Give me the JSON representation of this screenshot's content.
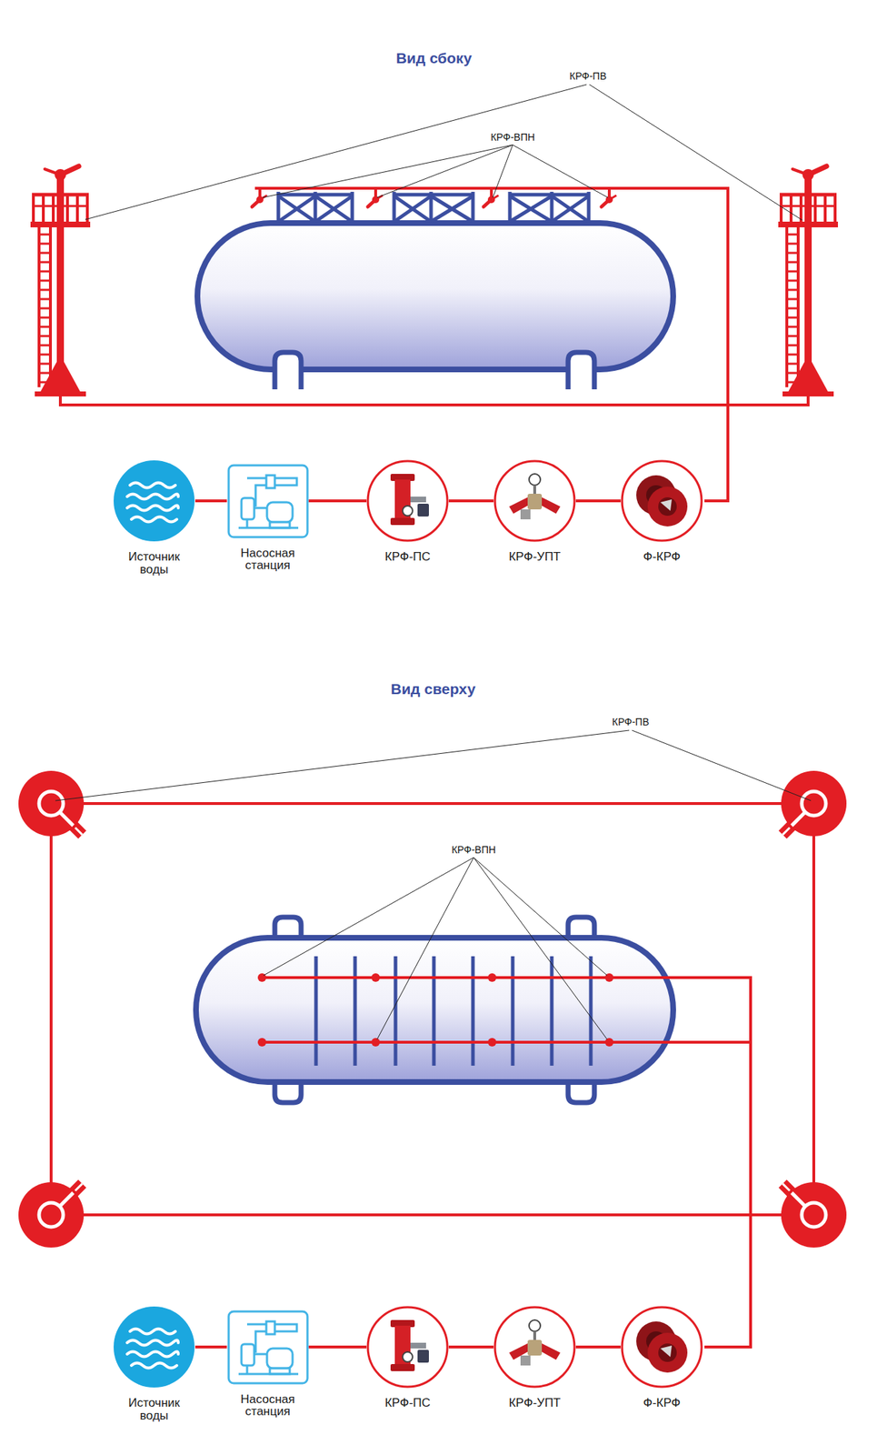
{
  "diagram": {
    "nodes": [
      {
        "text": [
          "Источник воды"
        ]
      },
      {
        "text": [
          "Насосная станция"
        ]
      },
      {
        "text": [
          "КРФ-ПС"
        ]
      },
      {
        "text": [
          "КРФ-УПТ"
        ]
      },
      {
        "text": [
          "Ф-КРФ"
        ]
      },
      {
        "text": [
          "Источник воды"
        ]
      },
      {
        "text": [
          "Насосная станция"
        ]
      },
      {
        "text": [
          "КРФ-ПС"
        ]
      },
      {
        "text": [
          "КРФ-УПТ"
        ]
      },
      {
        "text": [
          "Ф-КРФ"
        ]
      }
    ],
    "edges": [
      {
        "from": 0,
        "to": 1,
        "arrow": "none"
      },
      {
        "from": 1,
        "to": 2,
        "arrow": "none"
      },
      {
        "from": 2,
        "to": 3,
        "arrow": "none"
      },
      {
        "from": 3,
        "to": 4,
        "arrow": "none"
      },
      {
        "from": 5,
        "to": 6,
        "arrow": "none"
      },
      {
        "from": 6,
        "to": 7,
        "arrow": "none"
      },
      {
        "from": 7,
        "to": 8,
        "arrow": "none"
      },
      {
        "from": 8,
        "to": 9,
        "arrow": "none"
      }
    ],
    "labels": [
      "Вид сбоку",
      "КРФ-ПВ",
      "КРФ-ВПН",
      "Вид сверху",
      "КРФ-ПВ",
      "КРФ-ВПН"
    ]
  }
}
